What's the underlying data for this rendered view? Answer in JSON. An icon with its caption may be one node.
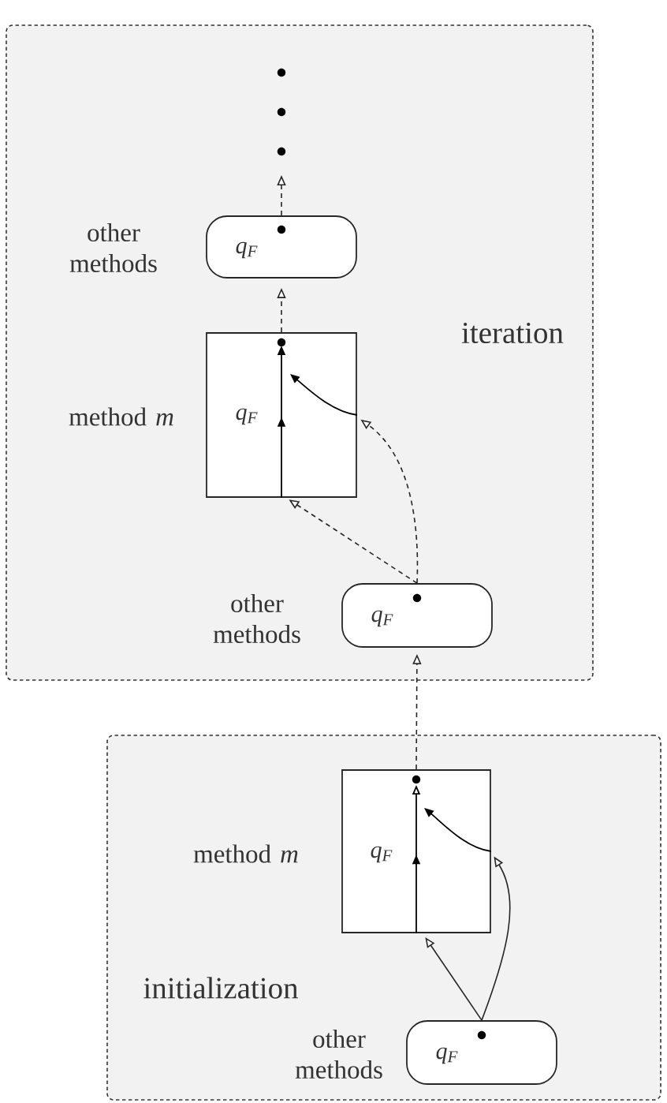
{
  "diagram": {
    "nodes": [
      {
        "text": [
          "iteration"
        ]
      },
      {
        "text": [
          "q$_{F}$"
        ],
        "beside": [
          "other methods"
        ],
        "in": 0
      },
      {
        "text": [
          "q$_{F}$"
        ],
        "beside": [
          "method *m*"
        ],
        "in": 0
      },
      {
        "text": [
          "q$_{F}$"
        ],
        "beside": [
          "other methods"
        ],
        "in": 0
      },
      {
        "text": [
          "initialization"
        ]
      },
      {
        "text": [
          "q$_{F}$"
        ],
        "beside": [
          "method *m*"
        ],
        "in": 4
      },
      {
        "text": [
          "q$_{F}$"
        ],
        "beside": [
          "other methods"
        ],
        "in": 4
      }
    ],
    "edges": [
      {
        "from": 1,
        "to": null,
        "arrow": "to",
        "style": "dashed"
      },
      {
        "from": 2,
        "to": 1,
        "arrow": "to",
        "style": "dashed"
      },
      {
        "from": 3,
        "to": 2,
        "arrow": "to",
        "style": "dashed"
      },
      {
        "from": 3,
        "to": 2,
        "arrow": "to",
        "style": "dashed"
      },
      {
        "from": 5,
        "to": 3,
        "arrow": "to",
        "style": "dashed"
      },
      {
        "from": 6,
        "to": 5,
        "arrow": "to"
      },
      {
        "from": 6,
        "to": 5,
        "arrow": "to"
      }
    ]
  }
}
